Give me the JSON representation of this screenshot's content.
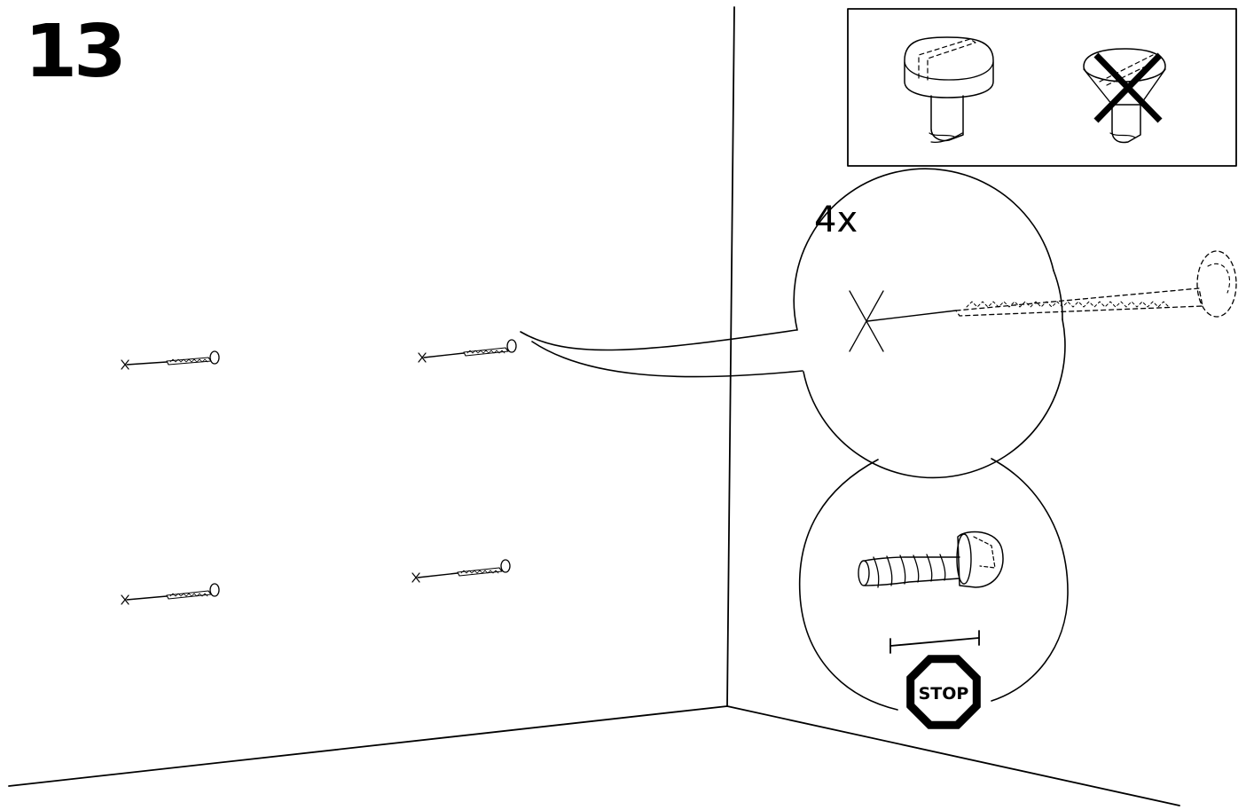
{
  "step": {
    "number": "13"
  },
  "detail": {
    "quantity": "4x"
  },
  "warning": {
    "stop_label": "STOP"
  },
  "colors": {
    "ink": "#000000",
    "paper": "#ffffff"
  }
}
